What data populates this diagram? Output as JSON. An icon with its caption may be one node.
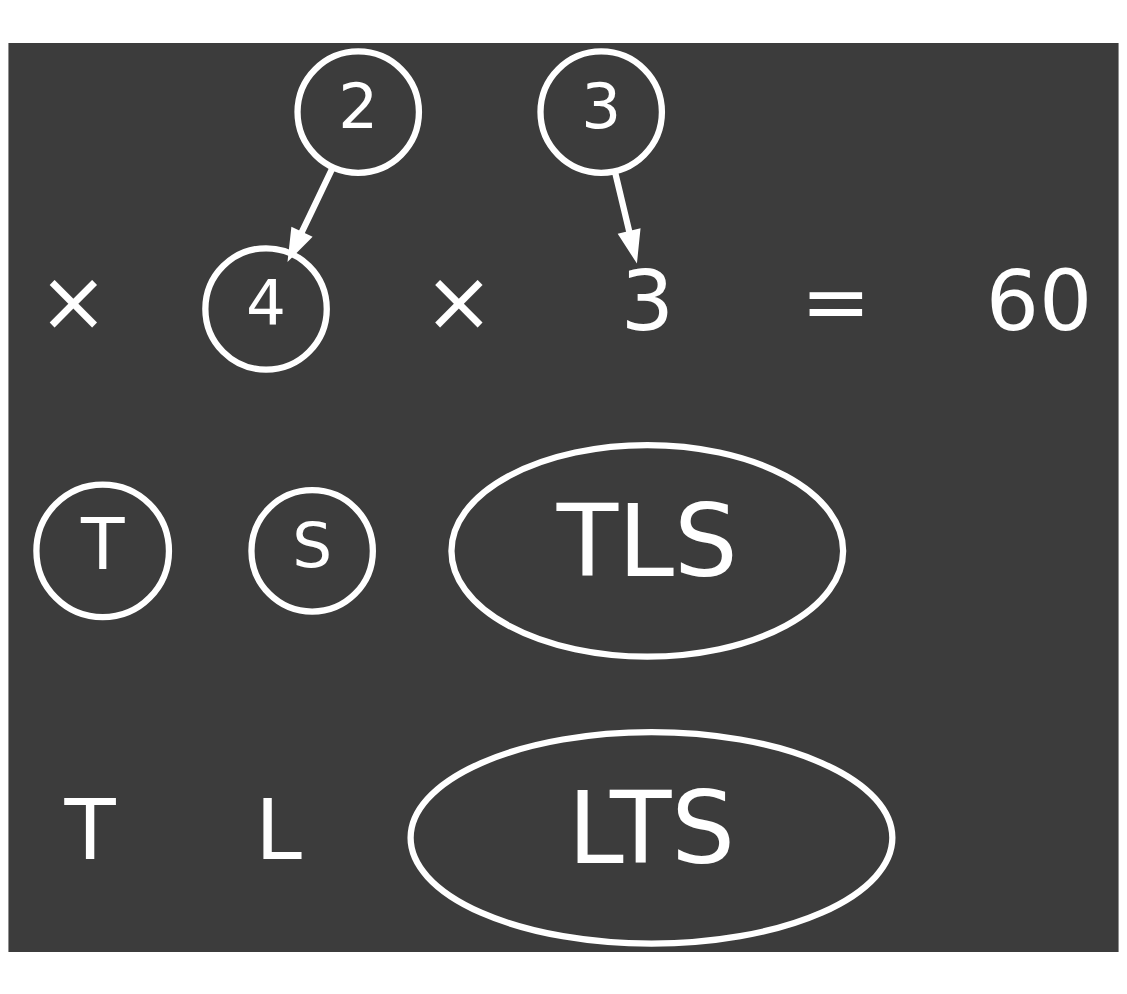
{
  "diagram": {
    "nodes": [
      {
        "text": [
          "2"
        ]
      },
      {
        "text": [
          "3"
        ]
      },
      {
        "text": [
          "4"
        ]
      },
      {
        "text": [
          "3"
        ]
      },
      {
        "text": [
          "T"
        ]
      },
      {
        "text": [
          "S"
        ]
      },
      {
        "text": [
          "TLS"
        ]
      },
      {
        "text": [
          "LTS"
        ]
      }
    ],
    "edges": [
      {
        "from": 0,
        "to": 2,
        "arrow": "to"
      },
      {
        "from": 1,
        "to": 3,
        "arrow": "to"
      }
    ],
    "labels": [
      "×",
      "×",
      "=",
      "60",
      "T",
      "L"
    ]
  }
}
